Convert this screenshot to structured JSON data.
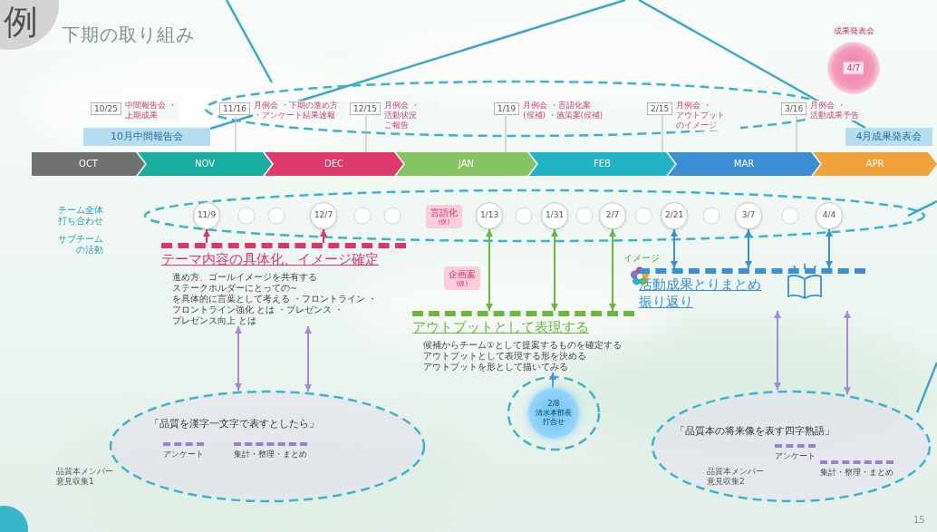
{
  "diagram": {
    "title": "下期の取り組み",
    "nodes": [
      {
        "text": [
          "例"
        ]
      },
      {
        "text": [
          "10/25",
          "中間報告会 ・上期成果"
        ]
      },
      {
        "text": [
          "11/16",
          "月例会 ・下期の進め方 ・アンケート結果速報"
        ]
      },
      {
        "text": [
          "12/15",
          "月例会 ・活動状況 ご報告"
        ]
      },
      {
        "text": [
          "1/19",
          "月例会 ・言語化案(候補) ・施策案(候補)"
        ]
      },
      {
        "text": [
          "2/15",
          "月例会 ・アウトプット のイメージ"
        ]
      },
      {
        "text": [
          "3/16",
          "月例会 ・活動成果予告"
        ]
      },
      {
        "text": [
          "成果発表会",
          "4/7"
        ]
      },
      {
        "text": [
          "10月中間報告会"
        ]
      },
      {
        "text": [
          "4月成果発表会"
        ]
      },
      {
        "text": [
          "OCT"
        ]
      },
      {
        "text": [
          "NOV"
        ]
      },
      {
        "text": [
          "DEC"
        ]
      },
      {
        "text": [
          "JAN"
        ]
      },
      {
        "text": [
          "FEB"
        ]
      },
      {
        "text": [
          "MAR"
        ]
      },
      {
        "text": [
          "APR"
        ]
      },
      {
        "text": [
          "11/9"
        ]
      },
      {
        "text": [
          "12/7"
        ]
      },
      {
        "text": [
          "1/13"
        ]
      },
      {
        "text": [
          "1/31"
        ]
      },
      {
        "text": [
          "2/7"
        ]
      },
      {
        "text": [
          "2/21"
        ]
      },
      {
        "text": [
          "3/7"
        ]
      },
      {
        "text": [
          "4/4"
        ]
      },
      {
        "text": [
          "言語化",
          "(仮)"
        ]
      },
      {
        "text": [
          "企画案",
          "(仮)"
        ]
      },
      {
        "text": [
          "テーマ内容の具体化、イメージ確定",
          "進め方、ゴールイメージを共有する ステークホルダーにとっての~を具体的に言葉として考える ・フロントライン ・フロントライン強化 とは ・プレゼンス ・プレゼンス向上 とは"
        ]
      },
      {
        "text": [
          "アウトプットとして表現する",
          "候補からチーム①として提案するものを確定する アウトプットとして表現する形を決める アウトプットを形として描いてみる"
        ]
      },
      {
        "text": [
          "活動成果とりまとめ 振り返り"
        ]
      },
      {
        "text": [
          "「品質を漢字一文字で表すとしたら」",
          "アンケート",
          "集計・整理・まとめ"
        ]
      },
      {
        "text": [
          "2/8 清水本部長 打合せ"
        ]
      },
      {
        "text": [
          "「品質本の将来像を表す四字熟語」",
          "アンケート",
          "集計・整理・まとめ"
        ]
      }
    ],
    "edges": [
      {
        "from": 27,
        "to": 17,
        "arrow": "to"
      },
      {
        "from": 27,
        "to": 18,
        "arrow": "to"
      },
      {
        "from": 19,
        "to": 28,
        "arrow": "both"
      },
      {
        "from": 20,
        "to": 28,
        "arrow": "both"
      },
      {
        "from": 21,
        "to": 28,
        "arrow": "both"
      },
      {
        "from": 22,
        "to": 29,
        "arrow": "both"
      },
      {
        "from": 23,
        "to": 29,
        "arrow": "both"
      },
      {
        "from": 24,
        "to": 29,
        "arrow": "both"
      },
      {
        "from": 30,
        "to": 27,
        "arrow": "both"
      },
      {
        "from": 30,
        "to": 27,
        "arrow": "both"
      },
      {
        "from": 31,
        "to": 28,
        "arrow": "to"
      },
      {
        "from": 32,
        "to": 29,
        "arrow": "both"
      },
      {
        "from": 32,
        "to": 29,
        "arrow": "both"
      }
    ],
    "labels": [
      "チーム全体 打ち合わせ",
      "サブチーム の活動",
      "イメージ",
      "品質本メンバー 意見収集1",
      "品質本メンバー 意見収集2",
      "15"
    ]
  }
}
